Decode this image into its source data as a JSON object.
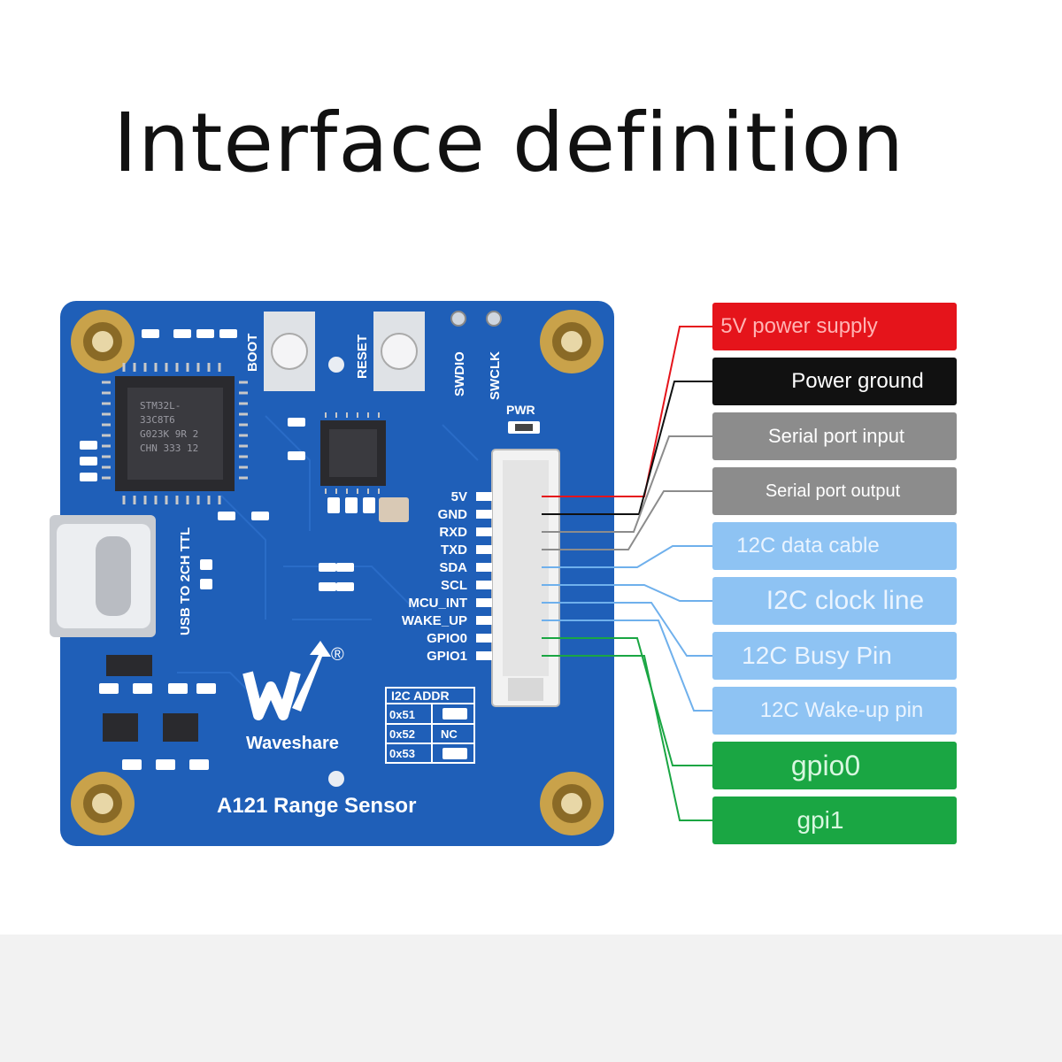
{
  "title": "Interface definition",
  "board": {
    "name": "A121 Range Sensor",
    "brand": "Waveshare",
    "registered_mark": "®",
    "chip_marking": [
      "STM32L-",
      "33C8T6",
      "G023K 9R 2",
      "CHN 333 12"
    ],
    "buttons": [
      "BOOT",
      "RESET"
    ],
    "debug_pads": [
      "SWDIO",
      "SWCLK"
    ],
    "pwr_label": "PWR",
    "usb_label": "USB TO 2CH TTL",
    "pin_labels": [
      "5V",
      "GND",
      "RXD",
      "TXD",
      "SDA",
      "SCL",
      "MCU_INT",
      "WAKE_UP",
      "GPIO0",
      "GPIO1"
    ],
    "i2c_table": {
      "header": "I2C ADDR",
      "rows": [
        {
          "addr": "0x51",
          "value": ""
        },
        {
          "addr": "0x52",
          "value": "NC"
        },
        {
          "addr": "0x53",
          "value": ""
        }
      ]
    }
  },
  "legend": [
    {
      "label": "5V power supply",
      "bg": "#e5141b",
      "fg": "#ffb3b3"
    },
    {
      "label": "Power ground",
      "bg": "#111111",
      "fg": "#ffffff"
    },
    {
      "label": "Serial port input",
      "bg": "#8c8c8c",
      "fg": "#ffffff"
    },
    {
      "label": "Serial port output",
      "bg": "#8c8c8c",
      "fg": "#ffffff"
    },
    {
      "label": "12C data cable",
      "bg": "#8ec3f3",
      "fg": "#eaf4ff"
    },
    {
      "label": "I2C clock line",
      "bg": "#8ec3f3",
      "fg": "#eaf4ff"
    },
    {
      "label": "12C Busy Pin",
      "bg": "#8ec3f3",
      "fg": "#eaf4ff"
    },
    {
      "label": "12C Wake-up pin",
      "bg": "#8ec3f3",
      "fg": "#eaf4ff"
    },
    {
      "label": "gpio0",
      "bg": "#1aa643",
      "fg": "#d8f7e0"
    },
    {
      "label": "gpi1",
      "bg": "#1aa643",
      "fg": "#d8f7e0"
    }
  ],
  "wire_colors": [
    "#e5141b",
    "#111111",
    "#8c8c8c",
    "#8c8c8c",
    "#6fb0ec",
    "#6fb0ec",
    "#6fb0ec",
    "#6fb0ec",
    "#1aa643",
    "#1aa643"
  ],
  "colors": {
    "pcb": "#1f5fb8",
    "pcb_dark": "#174e9c",
    "gold": "#c9a24a",
    "silkscreen": "#ffffff"
  }
}
